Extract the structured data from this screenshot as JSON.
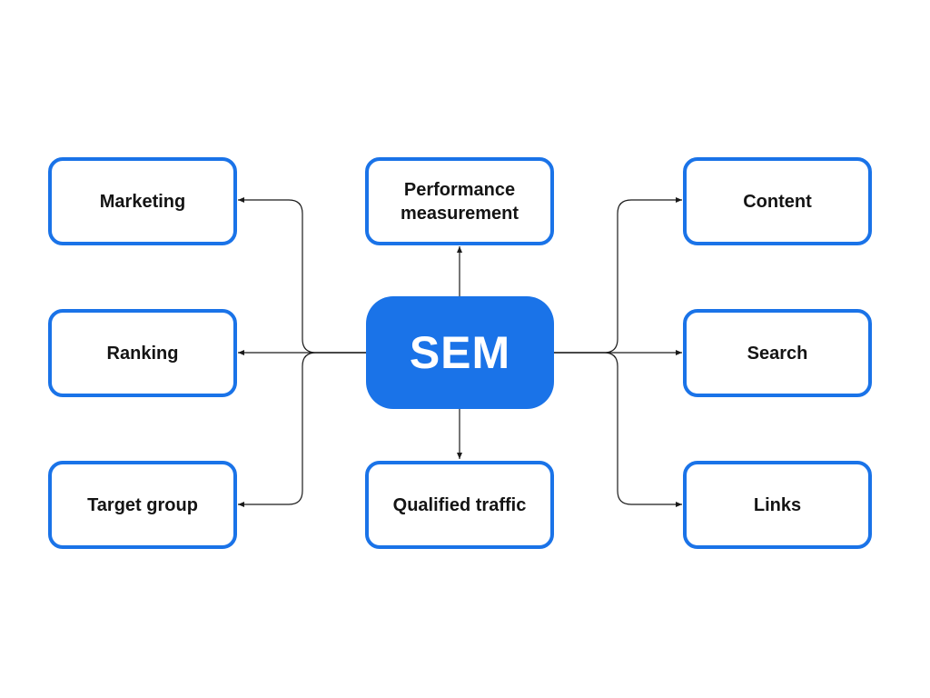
{
  "center": {
    "label": "SEM"
  },
  "nodes": {
    "marketing": "Marketing",
    "ranking": "Ranking",
    "target_group": "Target group",
    "performance": "Performance\nmeasurement",
    "qualified_traffic": "Qualified traffic",
    "content": "Content",
    "search": "Search",
    "links": "Links"
  },
  "colors": {
    "accent": "#1a73e8",
    "text": "#141414",
    "connector": "#1a1a1a"
  }
}
